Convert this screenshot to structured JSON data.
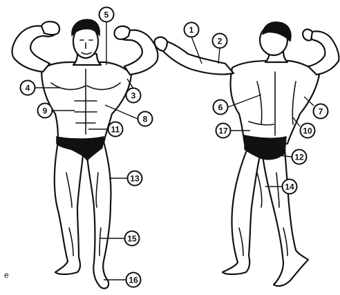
{
  "diagram": {
    "figures": [
      "front-view",
      "back-view"
    ],
    "callouts": [
      {
        "id": "c1",
        "label": "1"
      },
      {
        "id": "c2",
        "label": "2"
      },
      {
        "id": "c3",
        "label": "3"
      },
      {
        "id": "c4",
        "label": "4"
      },
      {
        "id": "c5",
        "label": "5"
      },
      {
        "id": "c6",
        "label": "6"
      },
      {
        "id": "c7",
        "label": "7"
      },
      {
        "id": "c8",
        "label": "8"
      },
      {
        "id": "c9",
        "label": "9"
      },
      {
        "id": "c10",
        "label": "10"
      },
      {
        "id": "c11",
        "label": "11"
      },
      {
        "id": "c12",
        "label": "12"
      },
      {
        "id": "c13",
        "label": "13"
      },
      {
        "id": "c14",
        "label": "14"
      },
      {
        "id": "c15",
        "label": "15"
      },
      {
        "id": "c16",
        "label": "16"
      },
      {
        "id": "c17",
        "label": "17"
      }
    ],
    "stray_mark": "e",
    "colors": {
      "line": "#111111",
      "background": "#ffffff",
      "trunks": "#111111"
    }
  }
}
